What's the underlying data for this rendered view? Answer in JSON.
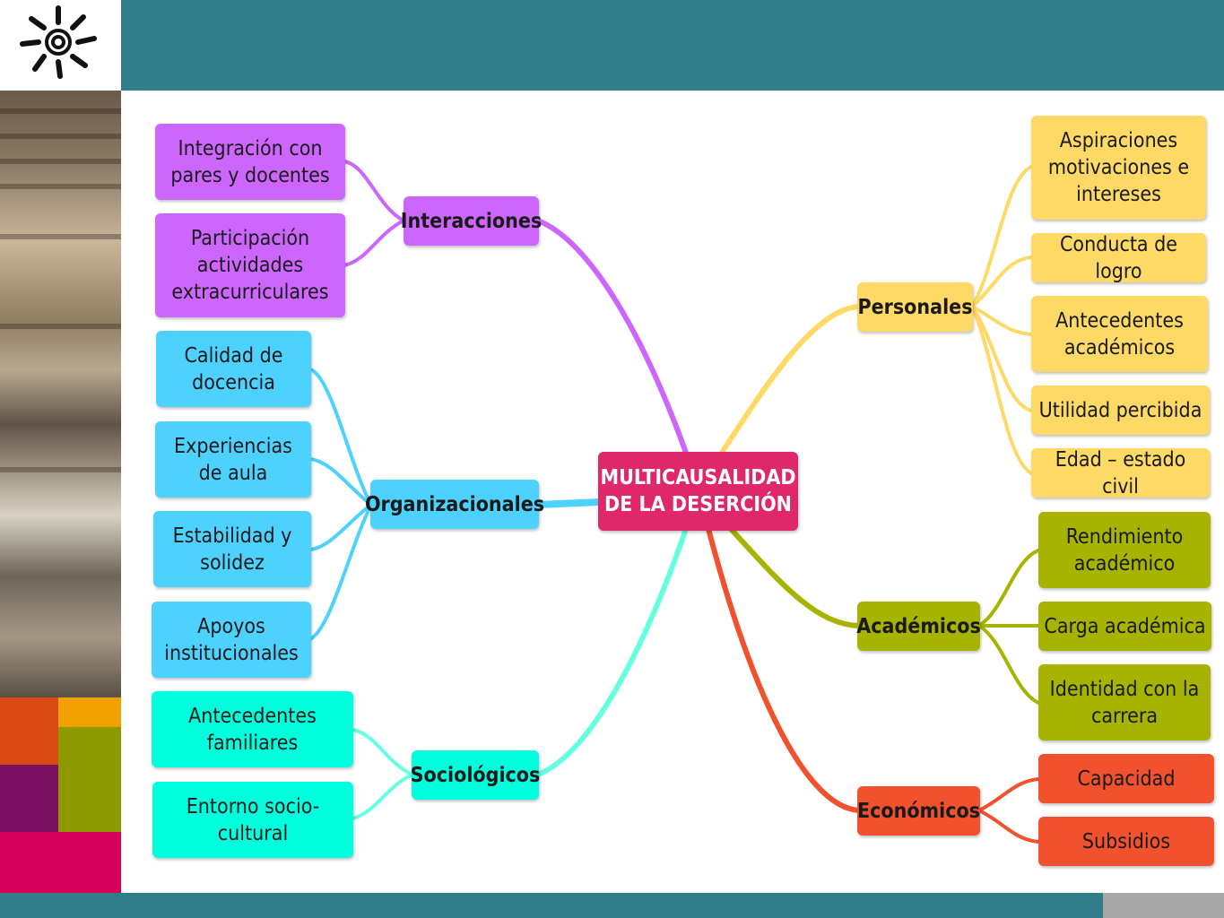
{
  "center": "MULTICAUSALIDAD DE LA DESERCIÓN",
  "branches": {
    "interacciones": {
      "label": "Interacciones",
      "color": "#cc66ff",
      "items": [
        "Integración con pares y docentes",
        "Participación actividades extracurriculares"
      ]
    },
    "organizacionales": {
      "label": "Organizacionales",
      "color": "#4dd2ff",
      "items": [
        "Calidad de docencia",
        "Experiencias de aula",
        "Estabilidad y solidez",
        "Apoyos institucionales"
      ]
    },
    "sociologicos": {
      "label": "Sociológicos",
      "color": "#00ffdd",
      "items": [
        "Antecedentes familiares",
        "Entorno socio-cultural"
      ]
    },
    "personales": {
      "label": "Personales",
      "color": "#ffd966",
      "items": [
        "Aspiraciones motivaciones e intereses",
        "Conducta de logro",
        "Antecedentes académicos",
        "Utilidad percibida",
        "Edad – estado civil"
      ]
    },
    "academicos": {
      "label": "Académicos",
      "color": "#a6b400",
      "items": [
        "Rendimiento académico",
        "Carga académica",
        "Identidad con la carrera"
      ]
    },
    "economicos": {
      "label": "Económicos",
      "color": "#f2512e",
      "items": [
        "Capacidad",
        "Subsidios"
      ]
    }
  },
  "center_color": "#e0276a",
  "header_color": "#327d8a"
}
